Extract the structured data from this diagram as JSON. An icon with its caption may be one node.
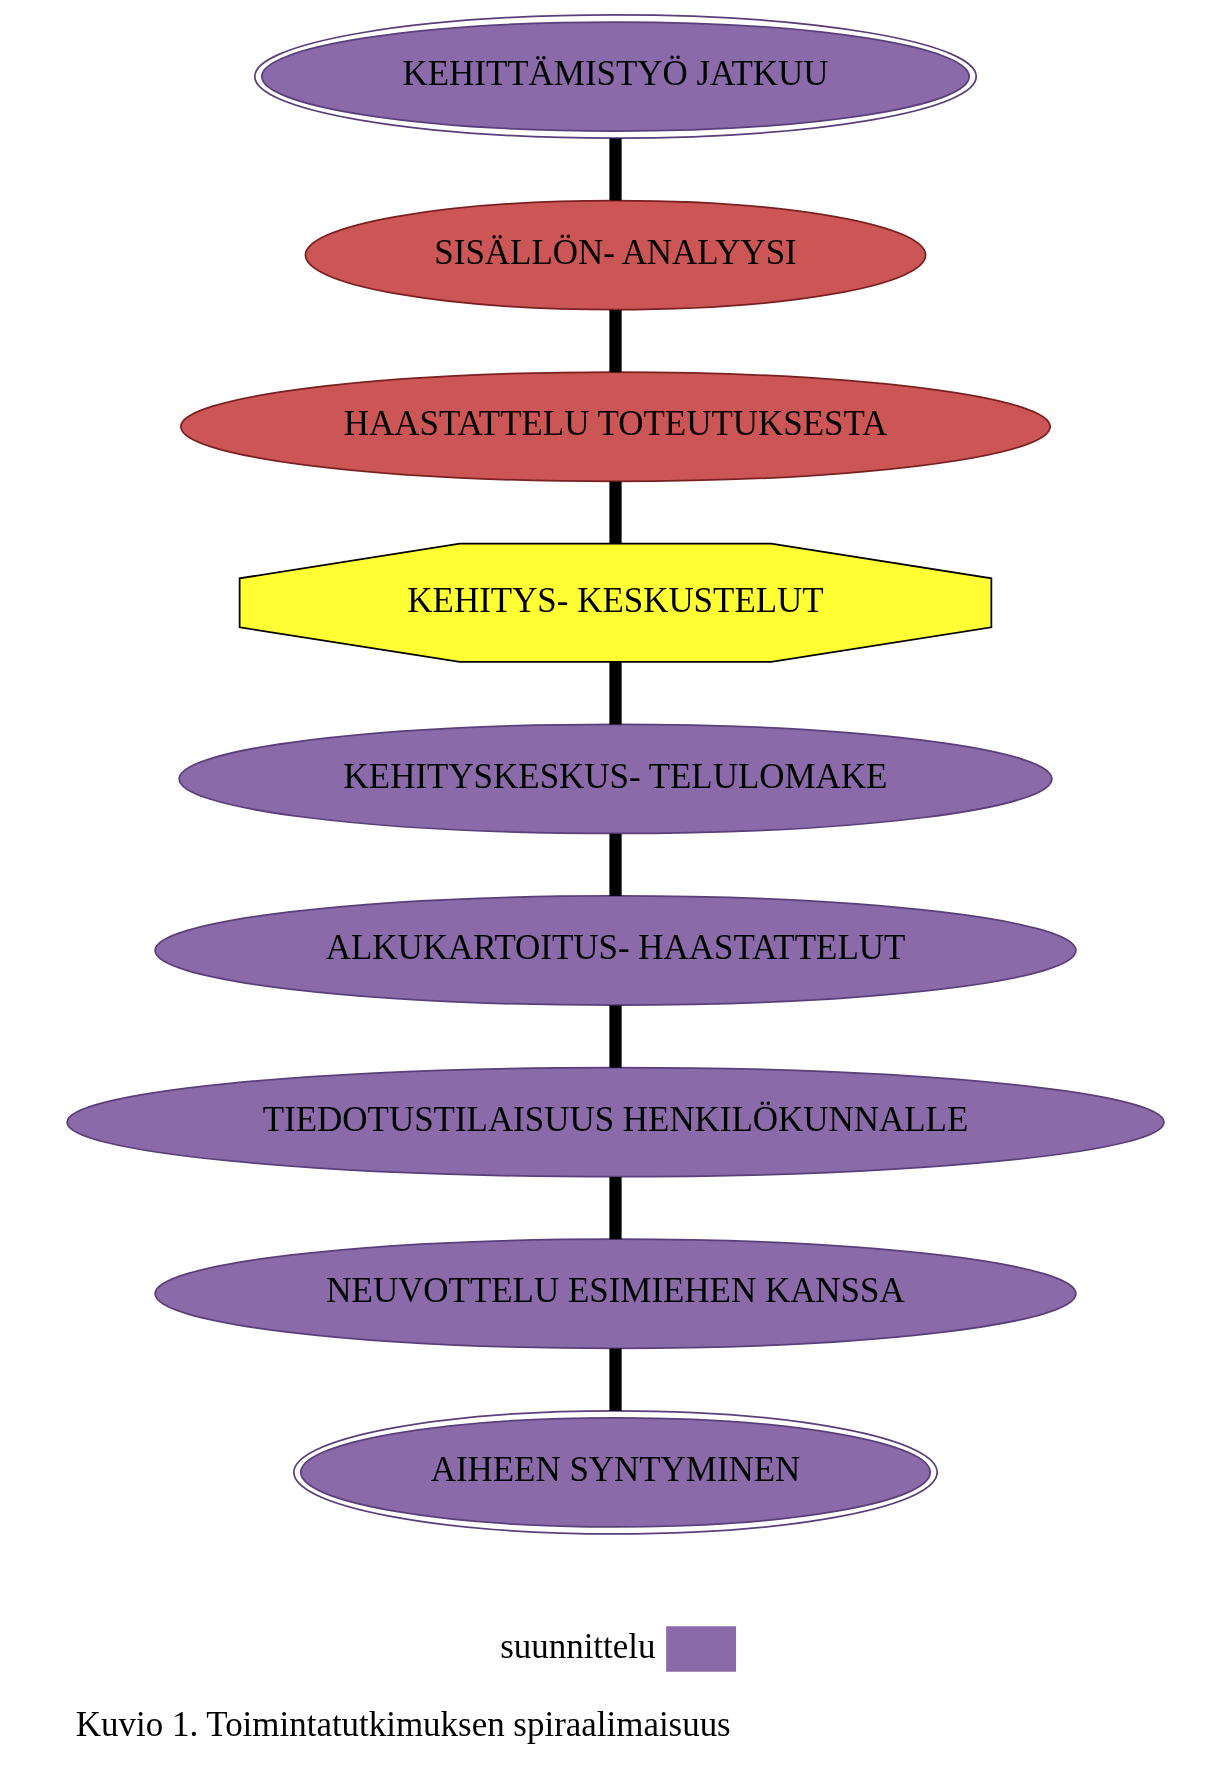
{
  "diagram": {
    "caption": "Kuvio 1. Toimintatutkimuksen spiraalimaisuus",
    "nodes": [
      {
        "text": [
          "KEHITTÄMISTYÖ JATKUU"
        ]
      },
      {
        "text": [
          "SISÄLLÖN- ANALYYSI"
        ]
      },
      {
        "text": [
          "HAASTATTELU TOTEUTUKSESTA"
        ]
      },
      {
        "text": [
          "KEHITYS- KESKUSTELUT"
        ]
      },
      {
        "text": [
          "KEHITYSKESKUS- TELULOMAKE"
        ]
      },
      {
        "text": [
          "ALKUKARTOITUS- HAASTATTELUT"
        ]
      },
      {
        "text": [
          "TIEDOTUSTILAISUUS HENKILÖKUNNALLE"
        ]
      },
      {
        "text": [
          "NEUVOTTELU ESIMIEHEN KANSSA"
        ]
      },
      {
        "text": [
          "AIHEEN SYNTYMINEN"
        ]
      }
    ],
    "edges": [
      {
        "from": 8,
        "to": 7,
        "arrow": "none"
      },
      {
        "from": 7,
        "to": 6,
        "arrow": "none"
      },
      {
        "from": 6,
        "to": 5,
        "arrow": "none"
      },
      {
        "from": 5,
        "to": 4,
        "arrow": "none"
      },
      {
        "from": 4,
        "to": 3,
        "arrow": "none"
      },
      {
        "from": 3,
        "to": 2,
        "arrow": "none"
      },
      {
        "from": 2,
        "to": 1,
        "arrow": "none"
      },
      {
        "from": 1,
        "to": 0,
        "arrow": "none"
      }
    ],
    "legend": [
      {
        "text": "suunnittelu",
        "color": "#8a6aa8"
      }
    ]
  }
}
